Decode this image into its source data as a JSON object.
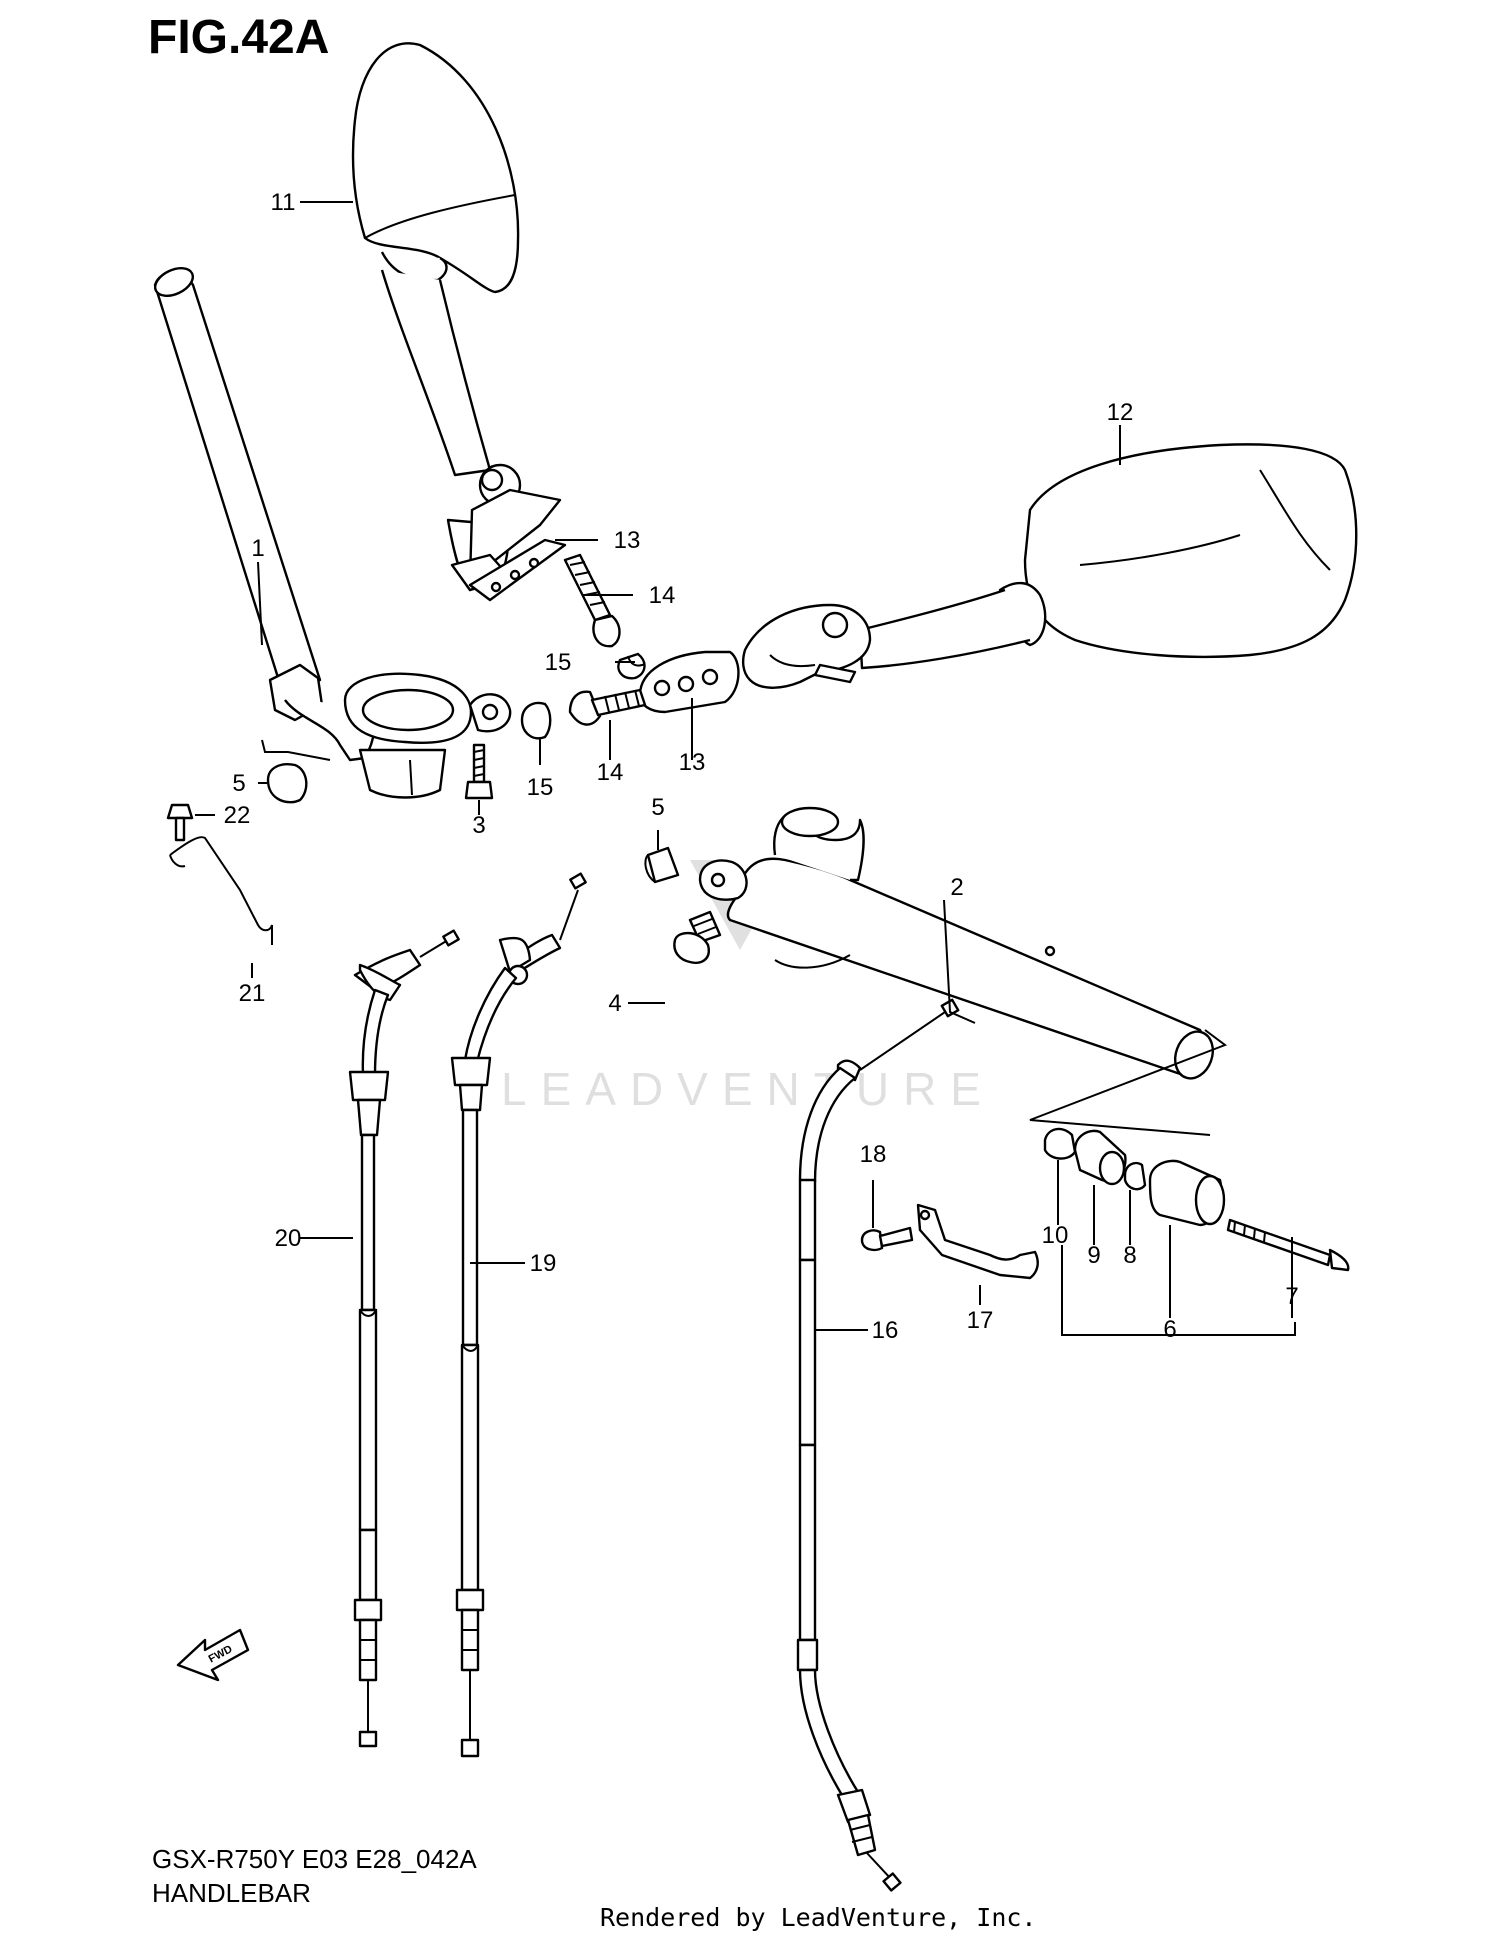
{
  "figure_label": "FIG.42A",
  "model_code": "GSX-R750Y E03 E28_042A",
  "section_title": "HANDLEBAR",
  "footer": "Rendered by LeadVenture, Inc.",
  "watermark": "LEADVENTURE",
  "fwd_arrow_label": "FWD",
  "callouts": [
    {
      "id": "c1",
      "text": "1"
    },
    {
      "id": "c2",
      "text": "2"
    },
    {
      "id": "c3",
      "text": "3"
    },
    {
      "id": "c4",
      "text": "4"
    },
    {
      "id": "c5a",
      "text": "5"
    },
    {
      "id": "c5b",
      "text": "5"
    },
    {
      "id": "c6",
      "text": "6"
    },
    {
      "id": "c7",
      "text": "7"
    },
    {
      "id": "c8",
      "text": "8"
    },
    {
      "id": "c9",
      "text": "9"
    },
    {
      "id": "c10",
      "text": "10"
    },
    {
      "id": "c11",
      "text": "11"
    },
    {
      "id": "c12",
      "text": "12"
    },
    {
      "id": "c13a",
      "text": "13"
    },
    {
      "id": "c13b",
      "text": "13"
    },
    {
      "id": "c14a",
      "text": "14"
    },
    {
      "id": "c14b",
      "text": "14"
    },
    {
      "id": "c15a",
      "text": "15"
    },
    {
      "id": "c15b",
      "text": "15"
    },
    {
      "id": "c16",
      "text": "16"
    },
    {
      "id": "c17",
      "text": "17"
    },
    {
      "id": "c18",
      "text": "18"
    },
    {
      "id": "c19",
      "text": "19"
    },
    {
      "id": "c20",
      "text": "20"
    },
    {
      "id": "c21",
      "text": "21"
    },
    {
      "id": "c22",
      "text": "22"
    }
  ]
}
